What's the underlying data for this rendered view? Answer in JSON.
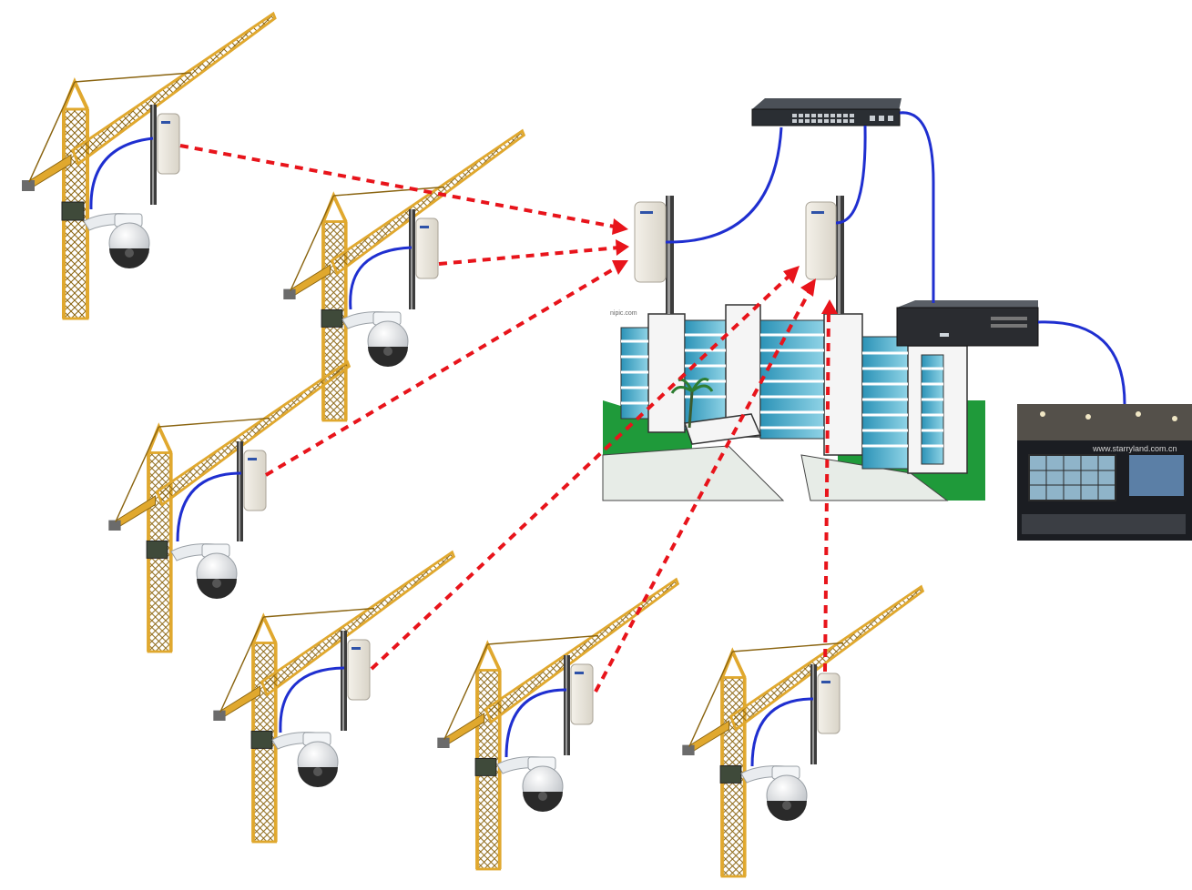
{
  "diagram": {
    "monitor_caption": "www.starryland.com.cn",
    "building_watermark": "nipic.com",
    "nodes": {
      "cranes": [
        {
          "name": "crane-1",
          "camera": true
        },
        {
          "name": "crane-2",
          "camera": true
        },
        {
          "name": "crane-3",
          "camera": true
        },
        {
          "name": "crane-4",
          "camera": true
        },
        {
          "name": "crane-5",
          "camera": true
        },
        {
          "name": "crane-6",
          "camera": true
        }
      ],
      "base_stations": [
        "base-station-left",
        "base-station-right"
      ],
      "switch": "network-switch",
      "recorder": "network-video-recorder",
      "monitor": "control-room-monitor"
    },
    "links": {
      "wireless": [
        {
          "from": "crane-1",
          "to": "base-station-left"
        },
        {
          "from": "crane-2",
          "to": "base-station-left"
        },
        {
          "from": "crane-3",
          "to": "base-station-left"
        },
        {
          "from": "crane-4",
          "to": "base-station-right"
        },
        {
          "from": "crane-5",
          "to": "base-station-right"
        },
        {
          "from": "crane-6",
          "to": "base-station-right"
        }
      ],
      "wired": [
        {
          "from": "base-station-left",
          "to": "network-switch"
        },
        {
          "from": "base-station-right",
          "to": "network-switch"
        },
        {
          "from": "network-switch",
          "to": "network-video-recorder"
        },
        {
          "from": "network-video-recorder",
          "to": "control-room-monitor"
        }
      ]
    },
    "colors": {
      "wireless_link": "#e8141b",
      "wired_link": "#1f2fd0",
      "crane": "#e0a82e",
      "grass": "#1f9a3a",
      "glass": "#3aa9c9"
    }
  }
}
